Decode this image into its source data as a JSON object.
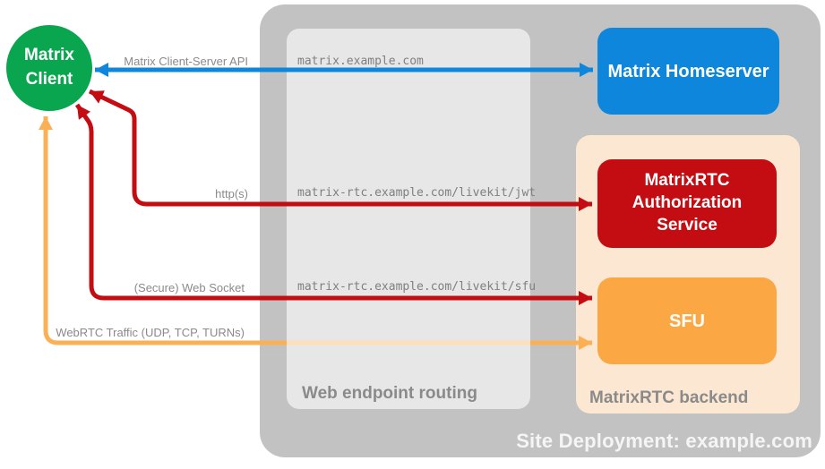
{
  "diagram": {
    "site_title": "Site Deployment: example.com",
    "nodes": {
      "client": {
        "label": "Matrix\nClient"
      },
      "homeserver": {
        "label": "Matrix Homeserver"
      },
      "auth_service": {
        "label": "MatrixRTC\nAuthorization\nService"
      },
      "sfu": {
        "label": "SFU"
      }
    },
    "containers": {
      "routing": {
        "label": "Web endpoint routing"
      },
      "backend": {
        "label": "MatrixRTC backend"
      }
    },
    "endpoints": {
      "homeserver_route": "matrix.example.com",
      "jwt_route": "matrix-rtc.example.com/livekit/jwt",
      "sfu_route": "matrix-rtc.example.com/livekit/sfu"
    },
    "edges": {
      "client_server_api": {
        "label": "Matrix Client-Server API",
        "color": "#0e86db",
        "direction": "bidirectional"
      },
      "https": {
        "label": "http(s)",
        "color": "#c40d12",
        "direction": "bidirectional"
      },
      "websocket": {
        "label": "(Secure) Web Socket",
        "color": "#c40d12",
        "direction": "bidirectional"
      },
      "webrtc": {
        "label": "WebRTC Traffic (UDP, TCP, TURNs)",
        "color": "#fbb056",
        "direction": "bidirectional"
      }
    },
    "colors": {
      "green": "#0aa64f",
      "blue": "#0e86db",
      "red": "#c40d12",
      "orange": "#fba844",
      "orange_line": "#fbb056",
      "backend_fill": "#fce8d2",
      "container_fill": "#c2c2c2",
      "label_gray": "#8a8a8a",
      "mono_gray": "#7f7f7f"
    }
  }
}
